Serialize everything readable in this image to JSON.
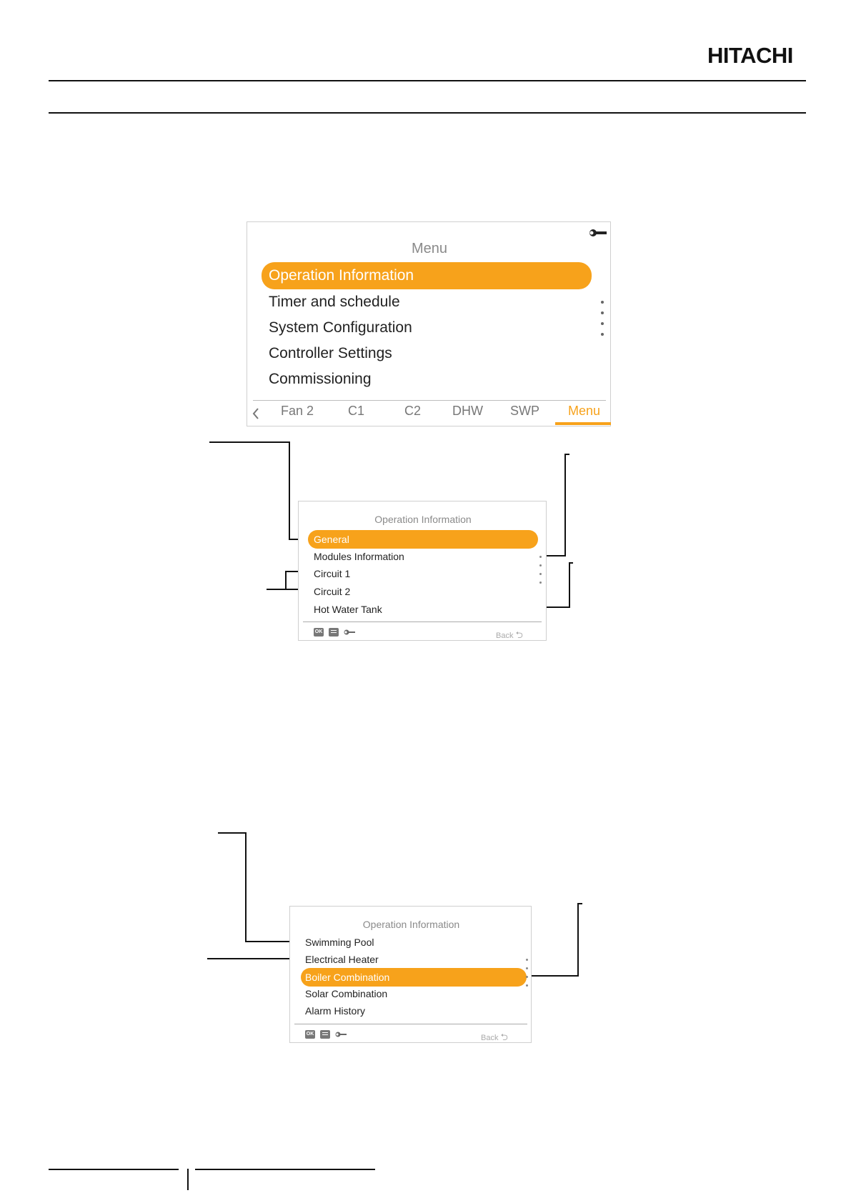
{
  "header": {
    "brand": "HITACHI"
  },
  "menu_screen": {
    "title": "Menu",
    "items": [
      "Operation Information",
      "Timer and schedule",
      "System Configuration",
      "Controller Settings",
      "Commissioning"
    ],
    "tabs": [
      "Fan 2",
      "C1",
      "C2",
      "DHW",
      "SWP",
      "Menu"
    ],
    "active_tab": "Menu",
    "highlight_color": "#f7a21b"
  },
  "operation_screen_1": {
    "title": "Operation Information",
    "items": [
      "General",
      "Modules Information",
      "Circuit 1",
      "Circuit 2",
      "Hot Water Tank"
    ],
    "footer": {
      "ok": "OK",
      "back": "Back"
    }
  },
  "operation_screen_2": {
    "title": "Operation Information",
    "items": [
      "Swimming Pool",
      "Electrical Heater",
      "Boiler Combination",
      "Solar Combination",
      "Alarm History"
    ],
    "footer": {
      "ok": "OK",
      "back": "Back"
    }
  }
}
